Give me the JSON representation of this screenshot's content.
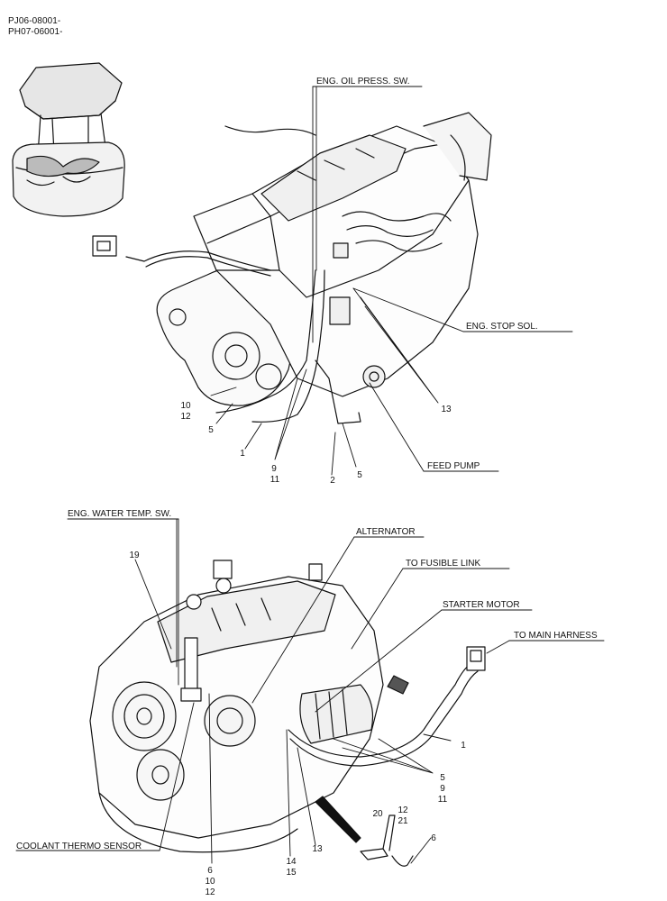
{
  "header": {
    "serial_1": "PJ06-08001-",
    "serial_2": "PH07-06001-"
  },
  "upper_view": {
    "callouts": {
      "eng_oil_press_sw": "ENG. OIL PRESS. SW.",
      "eng_stop_sol": "ENG. STOP SOL.",
      "feed_pump": "FEED PUMP"
    },
    "part_numbers": {
      "n10": "10",
      "n12": "12",
      "n5a": "5",
      "n1": "1",
      "n9": "9",
      "n11": "11",
      "n2": "2",
      "n5b": "5",
      "n13": "13"
    }
  },
  "lower_view": {
    "callouts": {
      "eng_water_temp_sw": "ENG. WATER TEMP. SW.",
      "alternator": "ALTERNATOR",
      "to_fusible_link": "TO FUSIBLE LINK",
      "starter_motor": "STARTER MOTOR",
      "to_main_harness": "TO MAIN HARNESS",
      "coolant_thermo_sensor": "COOLANT THERMO SENSOR"
    },
    "part_numbers": {
      "n19": "19",
      "n1": "1",
      "stack_right": [
        "5",
        "9",
        "11"
      ],
      "n12": "12",
      "n21": "21",
      "n20": "20",
      "n6r": "6",
      "n13": "13",
      "n14": "14",
      "n15": "15",
      "stack_bottom": [
        "6",
        "10",
        "12"
      ]
    }
  },
  "colors": {
    "ink": "#111111",
    "paper": "#ffffff"
  }
}
